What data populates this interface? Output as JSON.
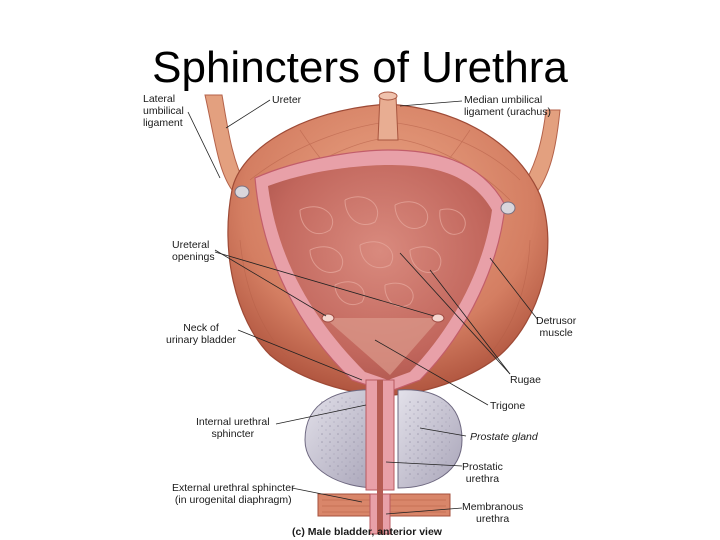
{
  "title": "Sphincters of Urethra",
  "labels": {
    "lateral_umbilical_ligament": "Lateral\numbilical\nligament",
    "ureter": "Ureter",
    "median_umbilical_ligament": "Median umbilical\nligament (urachus)",
    "ureteral_openings": "Ureteral\nopenings",
    "detrusor_muscle": "Detrusor\nmuscle",
    "neck_of_urinary_bladder": "Neck of\nurinary bladder",
    "rugae": "Rugae",
    "trigone": "Trigone",
    "internal_urethral_sphincter": "Internal urethral\nsphincter",
    "prostate_gland": "Prostate gland",
    "prostatic_urethra": "Prostatic\nurethra",
    "external_urethral_sphincter": "External urethral sphincter\n(in urogenital diaphragm)",
    "membranous_urethra": "Membranous\nurethra"
  },
  "caption": "(c) Male bladder, anterior view",
  "colors": {
    "muscle": "#d9866a",
    "muscle_dark": "#b85a45",
    "lining": "#e8a0a8",
    "interior": "#c97066",
    "prostate": "#c9c6d4"
  }
}
